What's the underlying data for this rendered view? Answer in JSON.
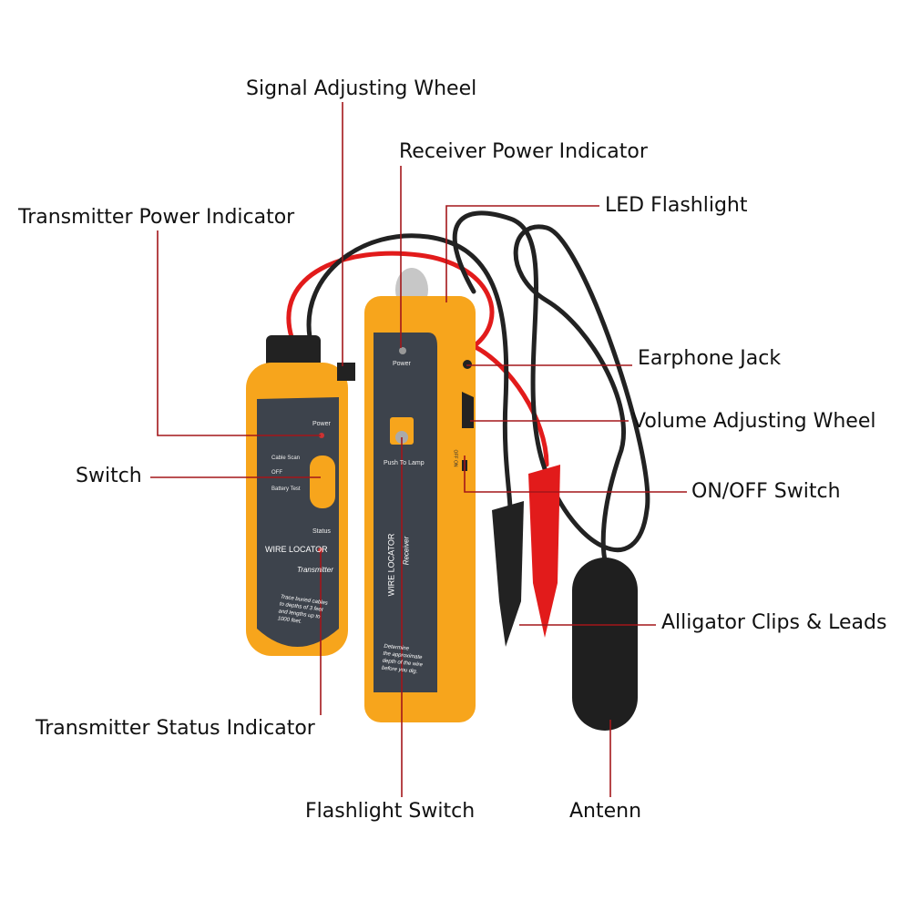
{
  "labels": {
    "signal_wheel": "Signal Adjusting Wheel",
    "receiver_power": "Receiver Power Indicator",
    "led_flashlight": "LED Flashlight",
    "transmitter_power": "Transmitter Power Indicator",
    "earphone_jack": "Earphone Jack",
    "volume_wheel": "Volume Adjusting Wheel",
    "switch": "Switch",
    "on_off_switch": "ON/OFF Switch",
    "alligator_clips": "Alligator Clips & Leads",
    "transmitter_status": "Transmitter Status Indicator",
    "flashlight_switch": "Flashlight Switch",
    "antenna": "Antenn"
  },
  "transmitter": {
    "power": "Power",
    "cable_scan": "Cable Scan",
    "off": "OFF",
    "battery_test": "Battery Test",
    "status": "Status",
    "brand": "WIRE LOCATOR",
    "model": "Transmitter",
    "desc": [
      "Trace buried cables",
      "to depths of 3 feet",
      "and lengths up to",
      "1000 feet."
    ]
  },
  "receiver": {
    "power": "Power",
    "push_to_lamp": "Push To Lamp",
    "brand": "WIRE LOCATOR",
    "model": "Receiver",
    "off": "OFF",
    "on": "ON",
    "desc": [
      "Determine",
      "the approximate",
      "depth of the wire",
      "before you dig."
    ]
  },
  "colors": {
    "leader": "#a3161a",
    "body": "#f7a51c",
    "panel": "#3d434c",
    "red_lead": "#e21b1b",
    "black_lead": "#222222"
  }
}
